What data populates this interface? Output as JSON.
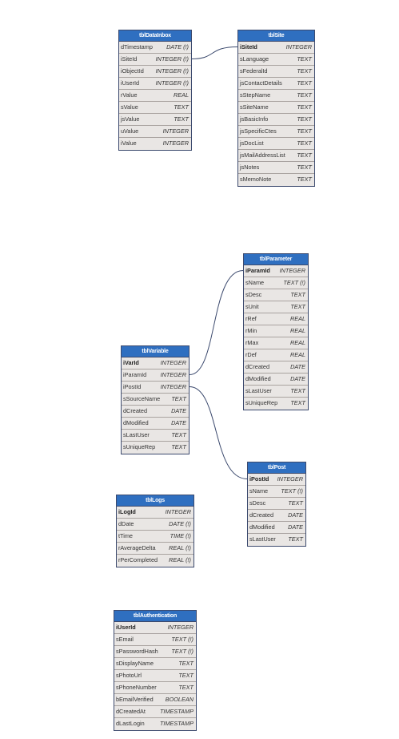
{
  "tables": {
    "tblDataInbox": {
      "title": "tblDataInbox",
      "fields": [
        {
          "name": "dTimestamp",
          "type": "DATE (!)"
        },
        {
          "name": "iSiteId",
          "type": "INTEGER (!)"
        },
        {
          "name": "iObjectId",
          "type": "INTEGER (!)"
        },
        {
          "name": "iUserId",
          "type": "INTEGER (!)"
        },
        {
          "name": "rValue",
          "type": "REAL"
        },
        {
          "name": "sValue",
          "type": "TEXT"
        },
        {
          "name": "jsValue",
          "type": "TEXT"
        },
        {
          "name": "uValue",
          "type": "INTEGER"
        },
        {
          "name": "iValue",
          "type": "INTEGER"
        }
      ]
    },
    "tblSite": {
      "title": "tblSite",
      "fields": [
        {
          "name": "iSiteId",
          "type": "INTEGER",
          "pk": true
        },
        {
          "name": "sLanguage",
          "type": "TEXT"
        },
        {
          "name": "sFederalId",
          "type": "TEXT"
        },
        {
          "name": "jsContactDetails",
          "type": "TEXT"
        },
        {
          "name": "sStepName",
          "type": "TEXT"
        },
        {
          "name": "sSiteName",
          "type": "TEXT"
        },
        {
          "name": "jsBasicInfo",
          "type": "TEXT"
        },
        {
          "name": "jsSpecificCtes",
          "type": "TEXT"
        },
        {
          "name": "jsDocList",
          "type": "TEXT"
        },
        {
          "name": "jsMailAddressList",
          "type": "TEXT"
        },
        {
          "name": "jsNotes",
          "type": "TEXT"
        },
        {
          "name": "sMemoNote",
          "type": "TEXT"
        }
      ]
    },
    "tblParameter": {
      "title": "tblParameter",
      "fields": [
        {
          "name": "iParamId",
          "type": "INTEGER",
          "pk": true
        },
        {
          "name": "sName",
          "type": "TEXT (!)"
        },
        {
          "name": "sDesc",
          "type": "TEXT"
        },
        {
          "name": "sUnit",
          "type": "TEXT"
        },
        {
          "name": "rRef",
          "type": "REAL"
        },
        {
          "name": "rMin",
          "type": "REAL"
        },
        {
          "name": "rMax",
          "type": "REAL"
        },
        {
          "name": "rDef",
          "type": "REAL"
        },
        {
          "name": "dCreated",
          "type": "DATE"
        },
        {
          "name": "dModified",
          "type": "DATE"
        },
        {
          "name": "sLastUser",
          "type": "TEXT"
        },
        {
          "name": "sUniqueRep",
          "type": "TEXT"
        }
      ]
    },
    "tblVariable": {
      "title": "tblVariable",
      "fields": [
        {
          "name": "iVarId",
          "type": "INTEGER",
          "pk": true
        },
        {
          "name": "iParamId",
          "type": "INTEGER"
        },
        {
          "name": "iPostId",
          "type": "INTEGER"
        },
        {
          "name": "sSourceName",
          "type": "TEXT"
        },
        {
          "name": "dCreated",
          "type": "DATE"
        },
        {
          "name": "dModified",
          "type": "DATE"
        },
        {
          "name": "sLastUser",
          "type": "TEXT"
        },
        {
          "name": "sUniqueRep",
          "type": "TEXT"
        }
      ]
    },
    "tblPost": {
      "title": "tblPost",
      "fields": [
        {
          "name": "iPostId",
          "type": "INTEGER",
          "pk": true
        },
        {
          "name": "sName",
          "type": "TEXT (!)"
        },
        {
          "name": "sDesc",
          "type": "TEXT"
        },
        {
          "name": "dCreated",
          "type": "DATE"
        },
        {
          "name": "dModified",
          "type": "DATE"
        },
        {
          "name": "sLastUser",
          "type": "TEXT"
        }
      ]
    },
    "tblLogs": {
      "title": "tblLogs",
      "fields": [
        {
          "name": "iLogId",
          "type": "INTEGER",
          "pk": true
        },
        {
          "name": "dDate",
          "type": "DATE (!)"
        },
        {
          "name": "tTime",
          "type": "TIME (!)"
        },
        {
          "name": "rAverageDelta",
          "type": "REAL (!)"
        },
        {
          "name": "rPerCompleted",
          "type": "REAL (!)"
        }
      ]
    },
    "tblAuthentication": {
      "title": "tblAuthentication",
      "fields": [
        {
          "name": "iUserId",
          "type": "INTEGER",
          "pk": true
        },
        {
          "name": "sEmail",
          "type": "TEXT (!)"
        },
        {
          "name": "sPasswordHash",
          "type": "TEXT (!)"
        },
        {
          "name": "sDisplayName",
          "type": "TEXT"
        },
        {
          "name": "sPhotoUrl",
          "type": "TEXT"
        },
        {
          "name": "sPhoneNumber",
          "type": "TEXT"
        },
        {
          "name": "bEmailVerified",
          "type": "BOOLEAN"
        },
        {
          "name": "dCreatedAt",
          "type": "TIMESTAMP"
        },
        {
          "name": "dLastLogin",
          "type": "TIMESTAMP"
        }
      ]
    }
  },
  "relations": [
    {
      "from_table": "tblDataInbox",
      "from_field": "iSiteId",
      "to_table": "tblSite",
      "to_field": "iSiteId"
    },
    {
      "from_table": "tblVariable",
      "from_field": "iParamId",
      "to_table": "tblParameter",
      "to_field": "iParamId"
    },
    {
      "from_table": "tblVariable",
      "from_field": "iPostId",
      "to_table": "tblPost",
      "to_field": "iPostId"
    }
  ],
  "colors": {
    "header": "#2f6fc0",
    "body": "#e9e6e4",
    "border": "#3c4a6e",
    "link": "#3c4a6e"
  }
}
